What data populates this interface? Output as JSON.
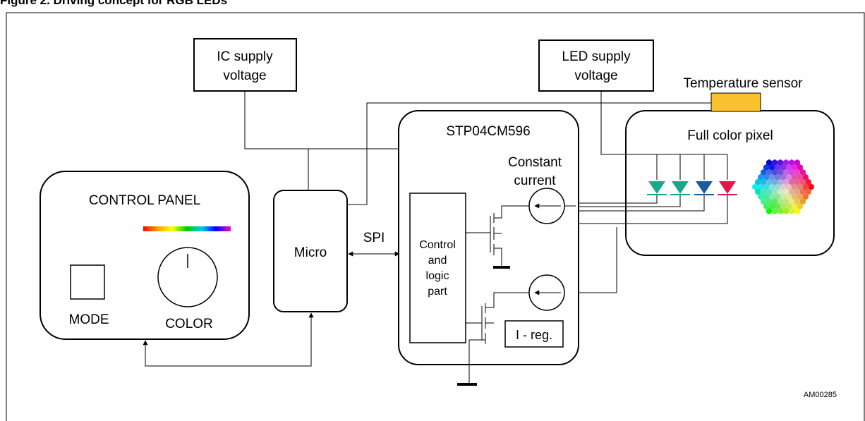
{
  "figure": {
    "title": "Figure 2.     Driving concept for RGB LEDs",
    "code": "AM00285"
  },
  "labels": {
    "ic_supply_line1": "IC supply",
    "ic_supply_line2": "voltage",
    "led_supply_line1": "LED supply",
    "led_supply_line2": "voltage",
    "temperature_sensor": "Temperature sensor",
    "chip_name": "STP04CM596",
    "constant_current_line1": "Constant",
    "constant_current_line2": "current",
    "full_color_pixel": "Full color pixel",
    "control_panel": "CONTROL PANEL",
    "mode": "MODE",
    "color": "COLOR",
    "micro": "Micro",
    "spi": "SPI",
    "control_logic_line1": "Control",
    "control_logic_line2": "and",
    "control_logic_line3": "logic",
    "control_logic_line4": "part",
    "i_reg": "I - reg."
  },
  "colors": {
    "sensor": "#FBC02D",
    "led_1": "#17A88E",
    "led_2": "#17A88E",
    "led_3": "#1B5A9B",
    "led_4": "#E0194B"
  }
}
